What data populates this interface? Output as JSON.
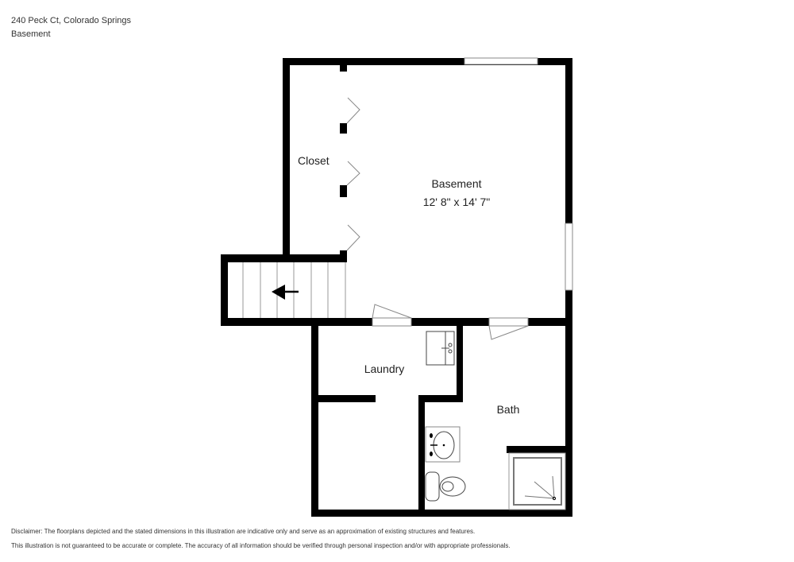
{
  "header": {
    "address": "240 Peck Ct, Colorado Springs",
    "floor": "Basement"
  },
  "rooms": {
    "closet": {
      "label": "Closet"
    },
    "basement": {
      "label": "Basement",
      "dimensions": "12' 8\" x 14' 7\""
    },
    "laundry": {
      "label": "Laundry"
    },
    "bath": {
      "label": "Bath"
    }
  },
  "fixtures": {
    "stairs": {
      "icon": "stairs-arrow-left-icon"
    },
    "laundry_sink": {
      "icon": "utility-sink-icon"
    },
    "bath_sink": {
      "icon": "bathroom-sink-icon"
    },
    "toilet": {
      "icon": "toilet-icon"
    },
    "shower": {
      "icon": "shower-icon"
    }
  },
  "colors": {
    "wall": "#000000",
    "window": "#ffffff",
    "fixture_line": "#555555",
    "background": "#ffffff"
  },
  "disclaimer": {
    "line1": "Disclaimer: The floorplans depicted and the stated dimensions in this illustration are indicative only and serve as an approximation of existing structures and features.",
    "line2": "This illustration is not guaranteed to be accurate or complete. The accuracy of all information should be verified through personal inspection and/or with appropriate professionals."
  }
}
